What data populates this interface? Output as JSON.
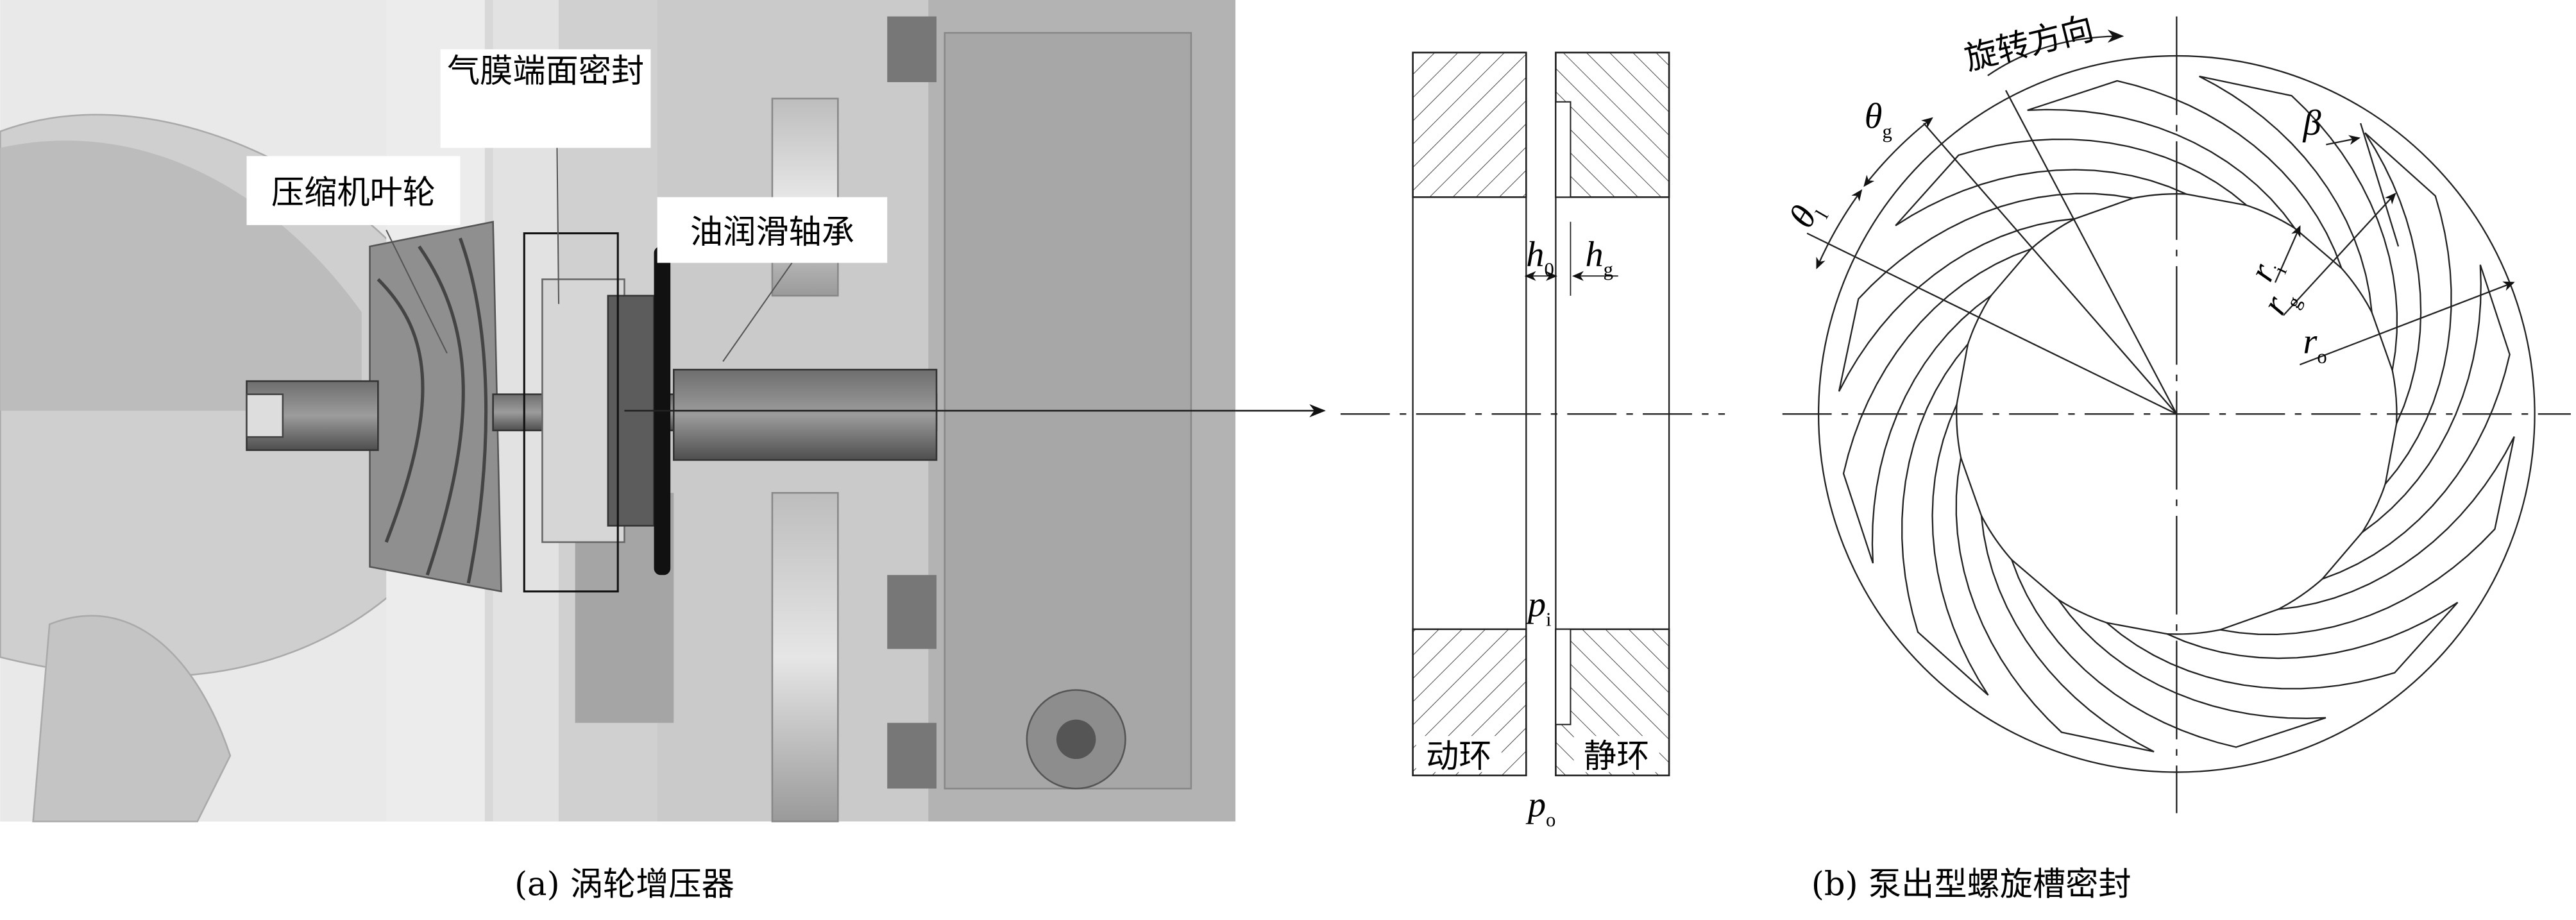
{
  "panel_a": {
    "caption": "(a) 涡轮增压器",
    "labels": {
      "impeller": "压缩机叶轮",
      "seal": "气膜端面密封",
      "bearing": "油润滑轴承"
    }
  },
  "panel_b": {
    "caption": "(b) 泵出型螺旋槽密封",
    "section": {
      "rotor": "动环",
      "stator": "静环",
      "h0": "h",
      "h0_sub": "0",
      "hg": "h",
      "hg_sub": "g",
      "pi": "p",
      "pi_sub": "i",
      "po": "p",
      "po_sub": "o"
    },
    "face": {
      "rotation": "旋转方向",
      "theta_g": "θ",
      "theta_g_sub": "g",
      "theta_l": "θ",
      "theta_l_sub": "l",
      "beta": "β",
      "ri": "r",
      "ri_sub": "i",
      "rg": "r",
      "rg_sub": "g",
      "ro": "r",
      "ro_sub": "o",
      "groove_count": 12
    }
  }
}
